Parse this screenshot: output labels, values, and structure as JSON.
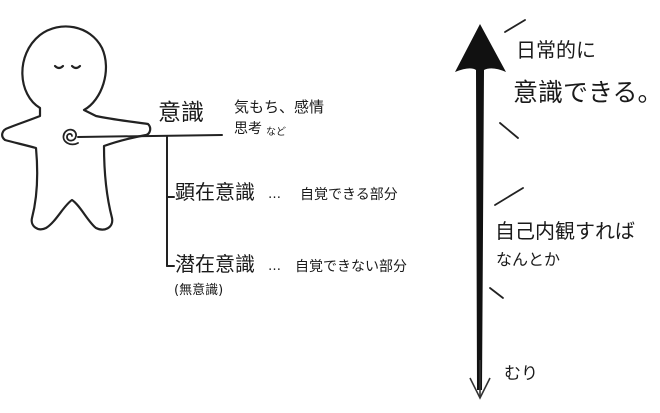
{
  "left": {
    "root_label": "意識",
    "root_note_1": "気もち、感情",
    "root_note_2": "思考",
    "root_note_2_suffix": "など",
    "branches": [
      {
        "label": "顕在意識",
        "dots": "…",
        "description": "自覚できる部分"
      },
      {
        "label": "潜在意識",
        "dots": "…",
        "description": "自覚できない部分",
        "alias": "(無意識)"
      }
    ]
  },
  "right": {
    "top_line1": "日常的に",
    "top_line2": "意識できる。",
    "middle_line1": "自己内観すれば",
    "middle_line2": "なんとか",
    "bottom": "むり"
  }
}
